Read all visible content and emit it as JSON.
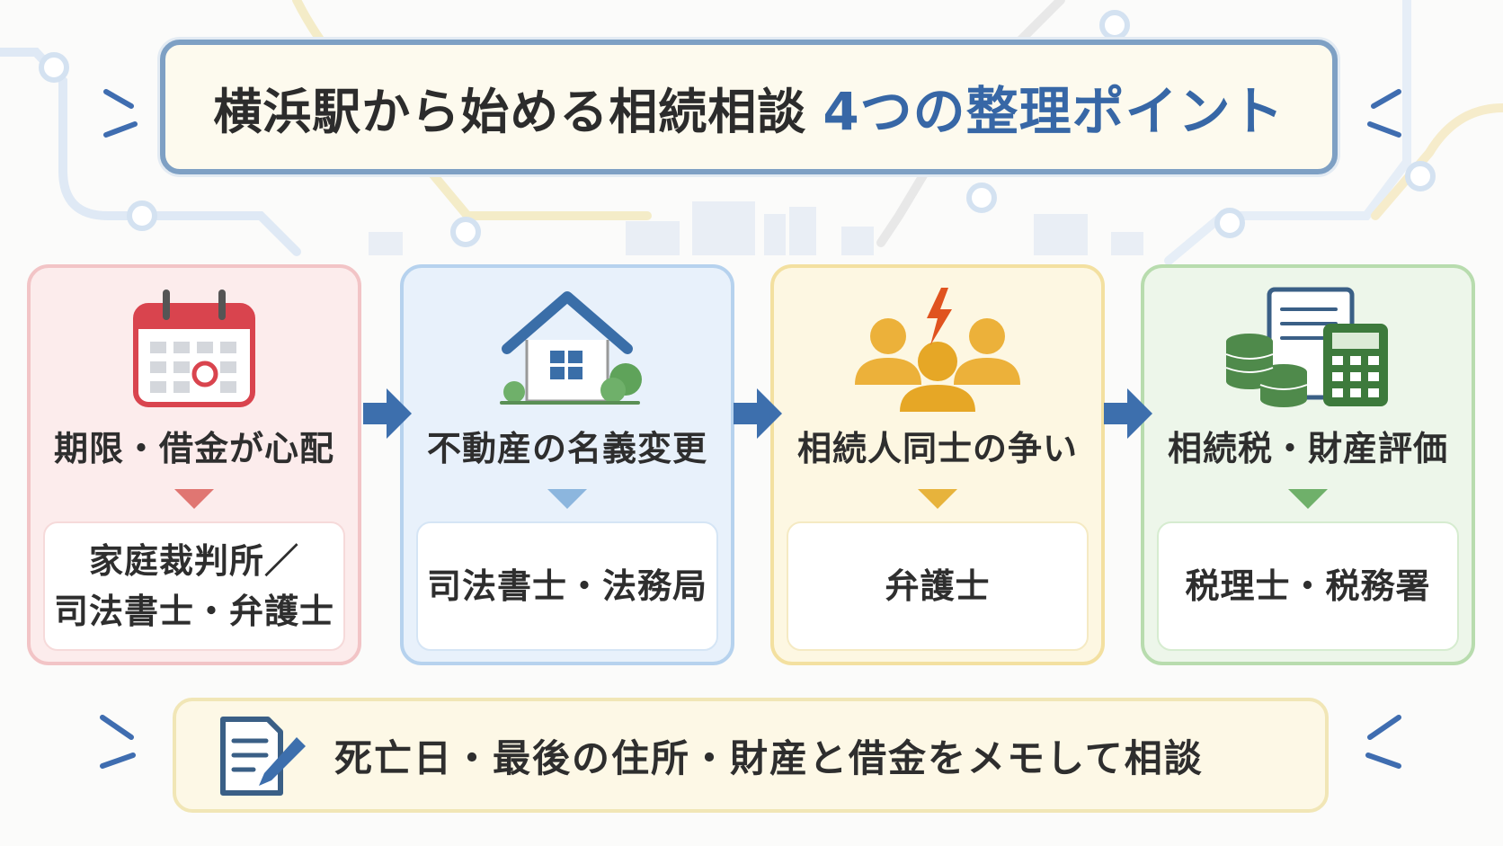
{
  "title": {
    "main": "横浜駅から始める相続相談",
    "accent": "4つの整理ポイント"
  },
  "colors": {
    "accent_blue": "#3767a6",
    "red": "#e07672",
    "blue": "#8cb6de",
    "yellow": "#e7b33c",
    "green": "#6fb06a"
  },
  "cards": [
    {
      "icon": "calendar-icon",
      "label": "期限・借金が心配",
      "contact_lines": [
        "家庭裁判所／",
        "司法書士・弁護士"
      ]
    },
    {
      "icon": "house-icon",
      "label": "不動産の名義変更",
      "contact_lines": [
        "司法書士・法務局"
      ]
    },
    {
      "icon": "people-conflict-icon",
      "label": "相続人同士の争い",
      "contact_lines": [
        "弁護士"
      ]
    },
    {
      "icon": "tax-calculator-icon",
      "label": "相続税・財産評価",
      "contact_lines": [
        "税理士・税務署"
      ]
    }
  ],
  "footer": {
    "icon": "memo-pencil-icon",
    "text": "死亡日・最後の住所・財産と借金をメモして相談"
  }
}
